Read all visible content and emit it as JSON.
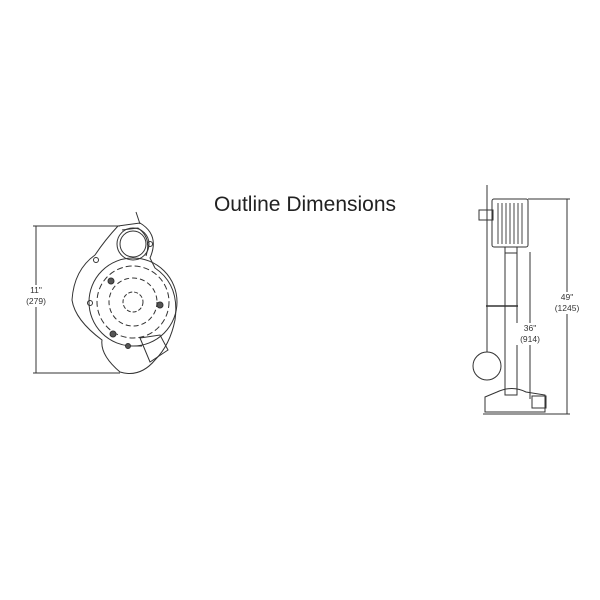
{
  "title": "Outline Dimensions",
  "front_view": {
    "height_in": "11\"",
    "height_mm": "(279)"
  },
  "side_view": {
    "overall_height_in": "49\"",
    "overall_height_mm": "(1245)",
    "pipe_height_in": "36\"",
    "pipe_height_mm": "(914)"
  }
}
